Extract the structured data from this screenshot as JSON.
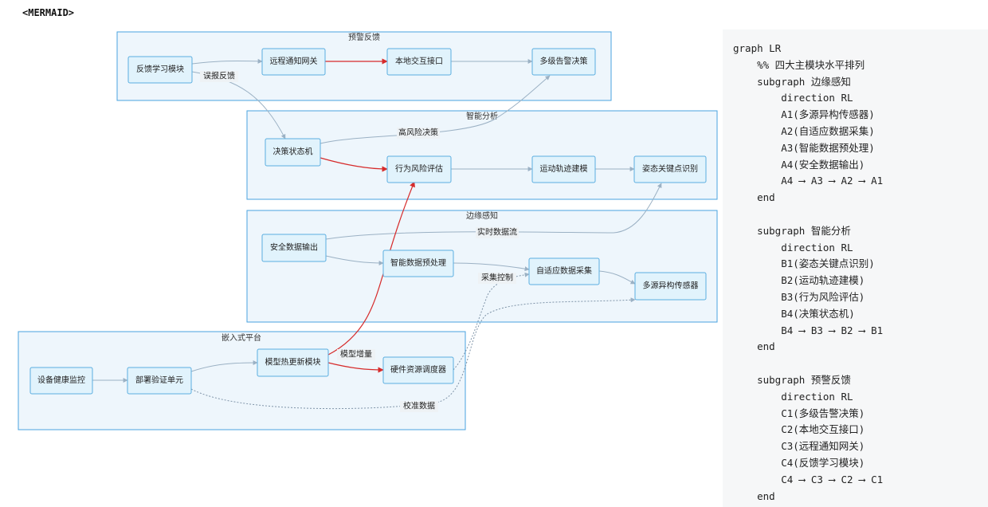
{
  "header": {
    "label": "<MERMAID>"
  },
  "clusters": {
    "alert": {
      "title": "预警反馈"
    },
    "smart": {
      "title": "智能分析"
    },
    "edge": {
      "title": "边缘感知"
    },
    "embedded": {
      "title": "嵌入式平台"
    }
  },
  "nodes": {
    "c4": "反馈学习模块",
    "c3": "远程通知网关",
    "c2": "本地交互接口",
    "c1": "多级告警决策",
    "b4": "决策状态机",
    "b3": "行为风险评估",
    "b2": "运动轨迹建模",
    "b1": "姿态关键点识别",
    "a4": "安全数据输出",
    "a3": "智能数据预处理",
    "a2": "自适应数据采集",
    "a1": "多源异构传感器",
    "e1": "设备健康监控",
    "e2": "部署验证单元",
    "e3": "模型热更新模块",
    "e4": "硬件资源调度器"
  },
  "edge_labels": {
    "misreport": "误报反馈",
    "high_risk": "高风险决策",
    "realtime": "实时数据流",
    "collect_ctrl": "采集控制",
    "model_inc": "模型增量",
    "calib": "校准数据"
  },
  "code": {
    "lines": [
      "graph LR",
      "    %% 四大主模块水平排列",
      "    subgraph 边缘感知",
      "        direction RL",
      "        A1(多源异构传感器)",
      "        A2(自适应数据采集)",
      "        A3(智能数据预处理)",
      "        A4(安全数据输出)",
      "        A4 ⟶ A3 ⟶ A2 ⟶ A1",
      "    end",
      "",
      "    subgraph 智能分析",
      "        direction RL",
      "        B1(姿态关键点识别)",
      "        B2(运动轨迹建模)",
      "        B3(行为风险评估)",
      "        B4(决策状态机)",
      "        B4 ⟶ B3 ⟶ B2 ⟶ B1",
      "    end",
      "",
      "    subgraph 预警反馈",
      "        direction RL",
      "        C1(多级告警决策)",
      "        C2(本地交互接口)",
      "        C3(远程通知网关)",
      "        C4(反馈学习模块)",
      "        C4 ⟶ C3 ⟶ C2 ⟶ C1",
      "    end"
    ]
  },
  "colors": {
    "cluster_fill": "#eef6fc",
    "cluster_stroke": "#4aa3df",
    "node_fill": "#e1f3fc",
    "node_stroke": "#5aaee0",
    "edge_red": "#d62b2b",
    "edge_gray": "#9bb1c4"
  }
}
